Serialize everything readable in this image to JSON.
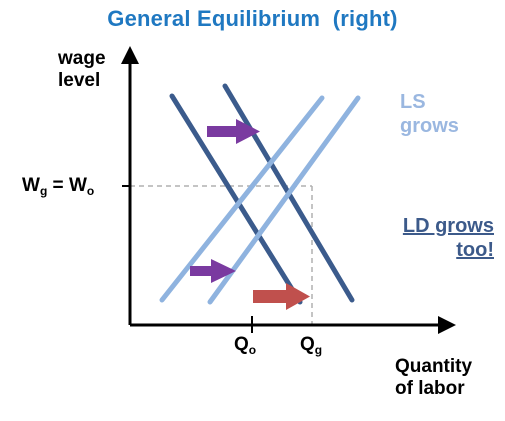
{
  "title": "General Equilibrium  (right)",
  "y_axis_label": [
    "wage",
    "level"
  ],
  "x_axis_label": [
    "Quantity",
    "of labor"
  ],
  "ls_label": [
    "LS",
    "grows"
  ],
  "ld_label": [
    "LD grows",
    "too!"
  ],
  "wage_tick": {
    "w1": "W",
    "w1_sub": "g",
    "eq": " = ",
    "w2": "W",
    "w2_sub": "o"
  },
  "q_ticks": [
    {
      "main": "Q",
      "sub": "o"
    },
    {
      "main": "Q",
      "sub": "g"
    }
  ],
  "colors": {
    "title": "#1f78c1",
    "ld_line": "#3b5b8c",
    "ls_line": "#8fb3df",
    "ls_text": "#9ab7e0",
    "ld_text": "#3c5a8a",
    "shift_arrow": "#7a3aa0",
    "total_arrow": "#c0504d",
    "guide": "#b0b0b0",
    "axis": "#000000"
  },
  "arrows": [
    "ld-shift-arrow",
    "ls-shift-arrow",
    "quantity-change-arrow"
  ]
}
